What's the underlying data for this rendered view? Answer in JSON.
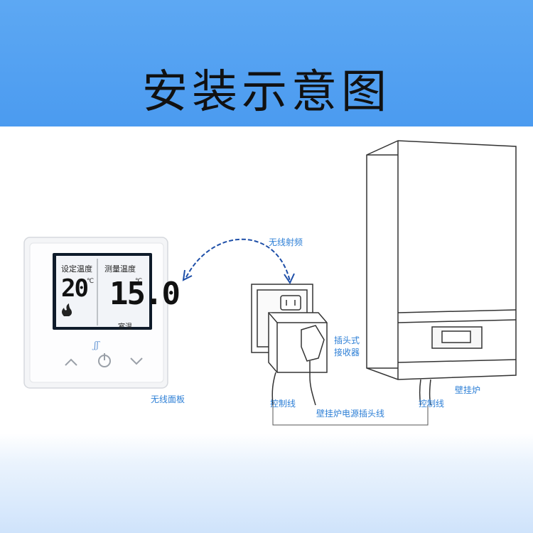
{
  "title": "安装示意图",
  "thermostat": {
    "set_temp_label": "设定温度",
    "measured_temp_label": "测量温度",
    "set_temp_value": "20",
    "set_temp_unit": "℃",
    "measured_value": "15.0",
    "measured_unit": "℃",
    "room_label": "室温",
    "icons": [
      "flame-icon",
      "up-arrow-icon",
      "power-icon",
      "down-arrow-icon"
    ]
  },
  "labels": {
    "wireless_rf": "无线射频",
    "plug_receiver_line1": "插头式",
    "plug_receiver_line2": "接收器",
    "boiler": "壁挂炉",
    "wireless_panel": "无线面板",
    "control_wire_left": "控制线",
    "control_wire_right": "控制线",
    "boiler_power_plug": "壁挂炉电源插头线"
  },
  "colors": {
    "header_blue": "#5aa6f2",
    "label_blue": "#2d7fd6",
    "arc_blue": "#1e4fa8"
  }
}
